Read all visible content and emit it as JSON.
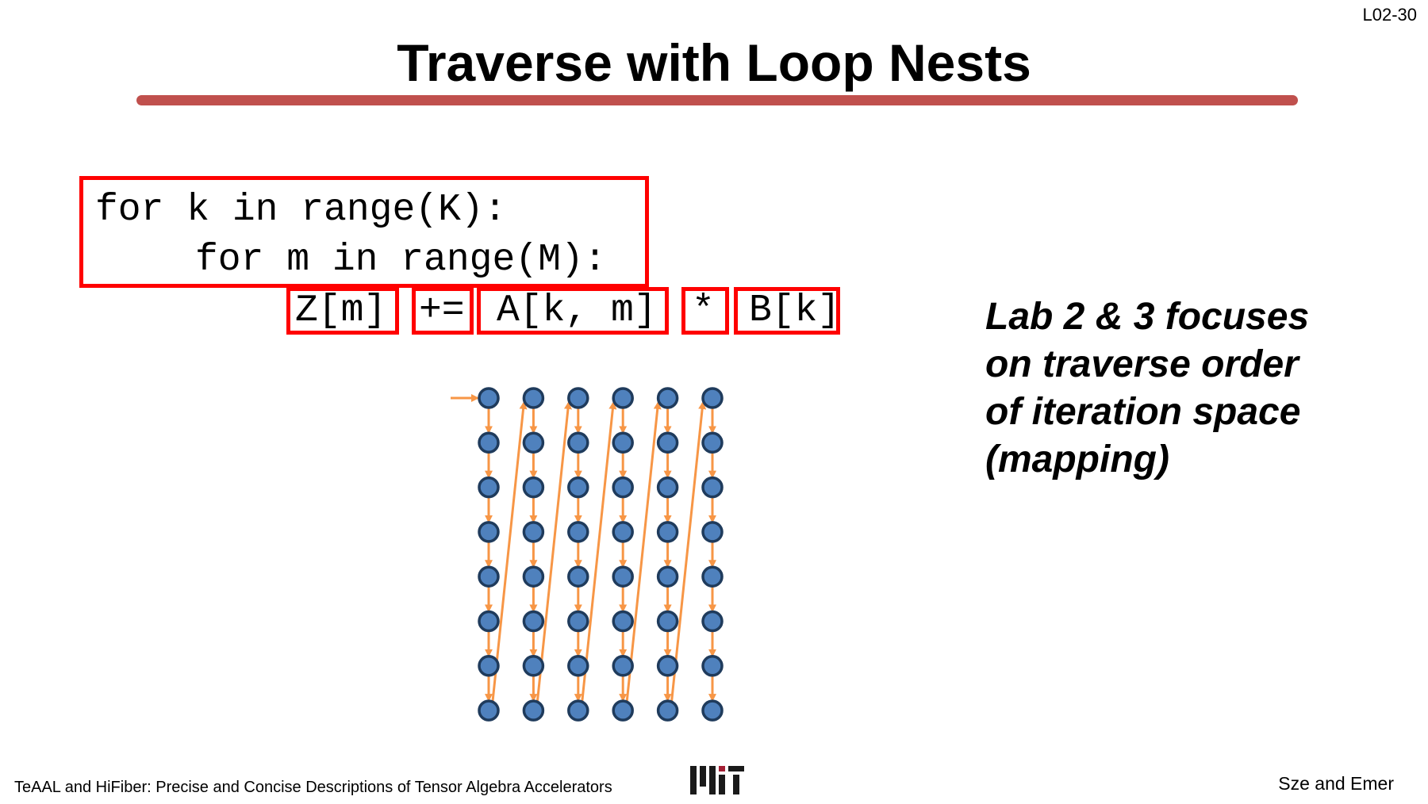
{
  "slide": {
    "number": "L02-30",
    "title": "Traverse with Loop Nests"
  },
  "code": {
    "line1": "for k in range(K):",
    "line2": "for m in range(M):",
    "tokens": [
      "Z[m]",
      "+=",
      "A[k, m]",
      "*",
      "B[k]"
    ]
  },
  "side_note": {
    "lines": [
      "Lab 2 & 3 focuses",
      "on traverse order",
      "of iteration space",
      "(mapping)"
    ]
  },
  "diagram": {
    "columns": 6,
    "rows": 8,
    "traversal_order": "column-major",
    "dot_fill": "#4f81bd",
    "dot_stroke": "#1f3b5c",
    "arrow_color": "#f79646"
  },
  "footer": {
    "left": "TeAAL and HiFiber: Precise and Concise Descriptions of Tensor Algebra Accelerators",
    "right": "Sze and Emer",
    "logo_text": "MIT"
  },
  "colors": {
    "title_rule": "#c0504d",
    "highlight_box": "#ff0000"
  }
}
